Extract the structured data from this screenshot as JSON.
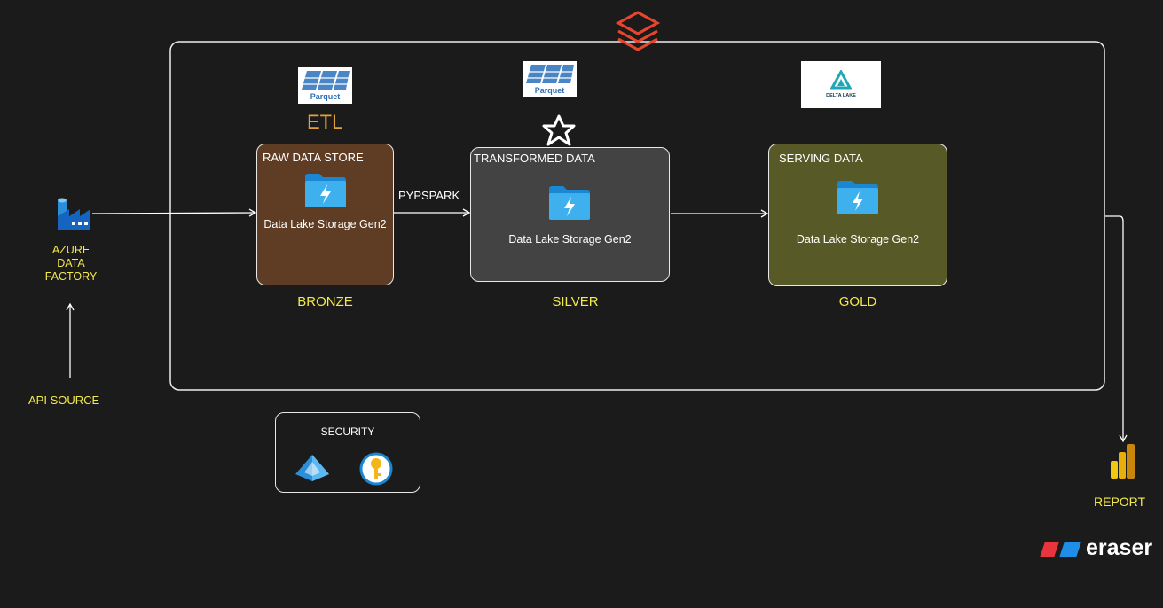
{
  "source": {
    "api_label": "API SOURCE",
    "adf_label_lines": [
      "AZURE",
      "DATA",
      "FACTORY"
    ]
  },
  "platform": {
    "etl_label": "ETL",
    "parquet_logo_text": "Parquet",
    "delta_logo_text": "DELTA LAKE",
    "transform_label": "PYPSPARK"
  },
  "bronze": {
    "title": "RAW DATA STORE",
    "service": "Data Lake Storage Gen2",
    "tier": "BRONZE",
    "color": "#5e3d24"
  },
  "silver": {
    "title": "TRANSFORMED DATA",
    "service": "Data Lake Storage Gen2",
    "tier": "SILVER",
    "color": "#434343"
  },
  "gold": {
    "title": "SERVING DATA",
    "service": "Data Lake Storage Gen2",
    "tier": "GOLD",
    "color": "#575927"
  },
  "security": {
    "title": "SECURITY"
  },
  "report": {
    "label": "REPORT"
  },
  "brand": {
    "name": "eraser"
  },
  "colors": {
    "accent_yellow": "#f4e94a",
    "etl_orange": "#e3a03a",
    "databricks_red": "#e8452c"
  }
}
